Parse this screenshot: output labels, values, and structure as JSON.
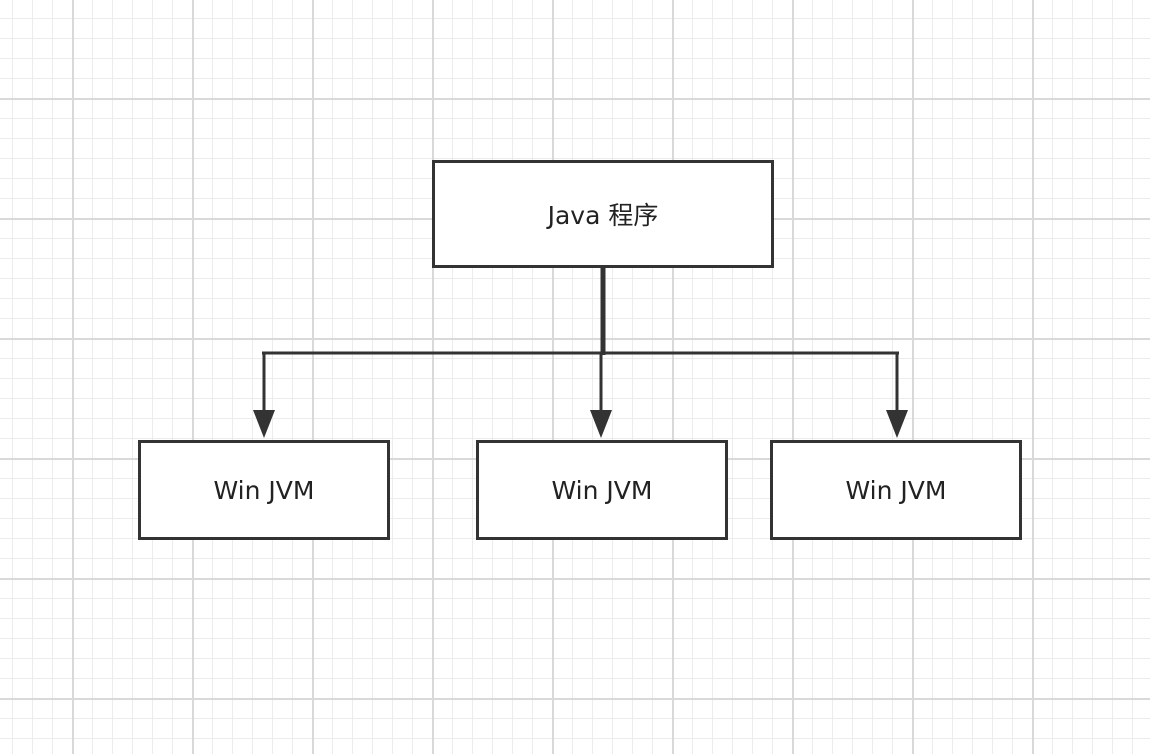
{
  "diagram": {
    "root": {
      "label": "Java 程序"
    },
    "children": [
      {
        "label": "Win JVM"
      },
      {
        "label": "Win JVM"
      },
      {
        "label": "Win JVM"
      }
    ]
  },
  "colors": {
    "stroke": "#333333",
    "grid_minor": "#ececec",
    "grid_major": "#d9d9d9",
    "background": "#ffffff"
  }
}
